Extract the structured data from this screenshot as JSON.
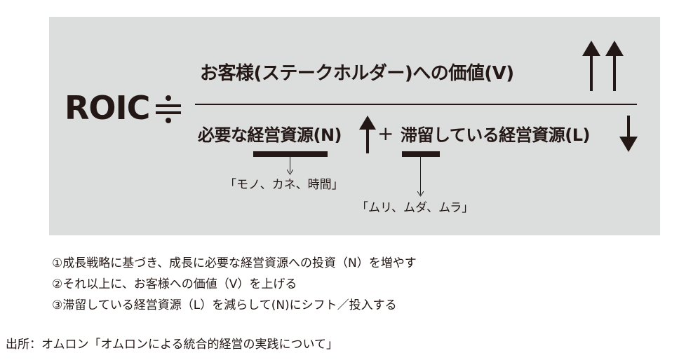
{
  "diagram": {
    "background_color": "#dcdddd",
    "text_color": "#231815",
    "lhs": "ROIC",
    "approx_symbol": "≒",
    "numerator": {
      "text": "お客様(ステークホルダー)への価値(V)",
      "arrows": [
        "up",
        "up"
      ]
    },
    "denominator": {
      "term1": "必要な経営資源(N)",
      "term1_arrow": "up",
      "operator": "+",
      "term2": "滞留している経営資源(L)",
      "term2_arrow": "down"
    },
    "annotations": {
      "n_examples": "「モノ、カネ、時間」",
      "l_examples": "「ムリ、ムダ、ムラ」"
    }
  },
  "points": [
    "①成長戦略に基づき、成長に必要な経営資源への投資（N）を増やす",
    "②それ以上に、お客様への価値（V）を上げる",
    "③滞留している経営資源（L）を減らして(N)にシフト／投入する"
  ],
  "source": "出所：オムロン「オムロンによる統合的経営の実践について」"
}
